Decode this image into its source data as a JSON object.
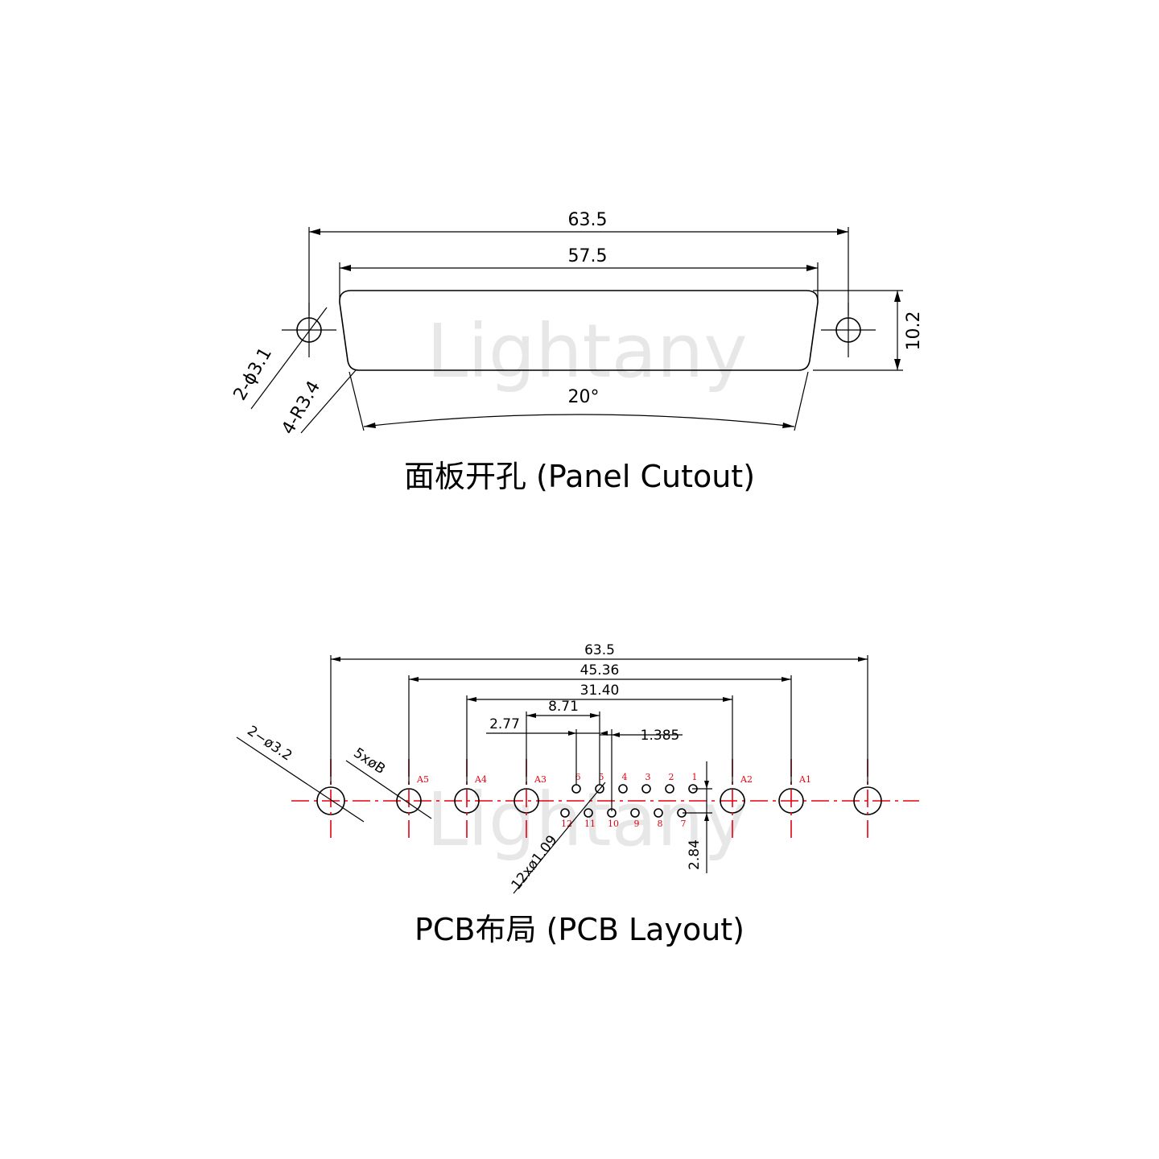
{
  "watermark": "Lightany",
  "panel": {
    "title": "面板开孔 (Panel Cutout)",
    "dims": {
      "overall": "63.5",
      "inner": "57.5",
      "height": "10.2",
      "angle": "20°",
      "holes": "2-ϕ3.1",
      "radius": "4-R3.4"
    }
  },
  "pcb": {
    "title": "PCB布局 (PCB Layout)",
    "dims": {
      "overall": "63.5",
      "d4536": "45.36",
      "d3140": "31.40",
      "d871": "8.71",
      "d277": "2.77",
      "d1385": "1.385",
      "d284": "2.84",
      "mount": "2−ø3.2",
      "coax": "5xøB",
      "signal": "12xø1.09"
    },
    "coax_labels": [
      "A5",
      "A4",
      "A3",
      "A2",
      "A1"
    ],
    "signal_pins_top": [
      "6",
      "5",
      "4",
      "3",
      "2",
      "1"
    ],
    "signal_pins_bottom": [
      "12",
      "11",
      "10",
      "9",
      "8",
      "7"
    ]
  },
  "colors": {
    "line": "#000000",
    "centerline": "#e60012",
    "pin_label": "#e60012"
  }
}
